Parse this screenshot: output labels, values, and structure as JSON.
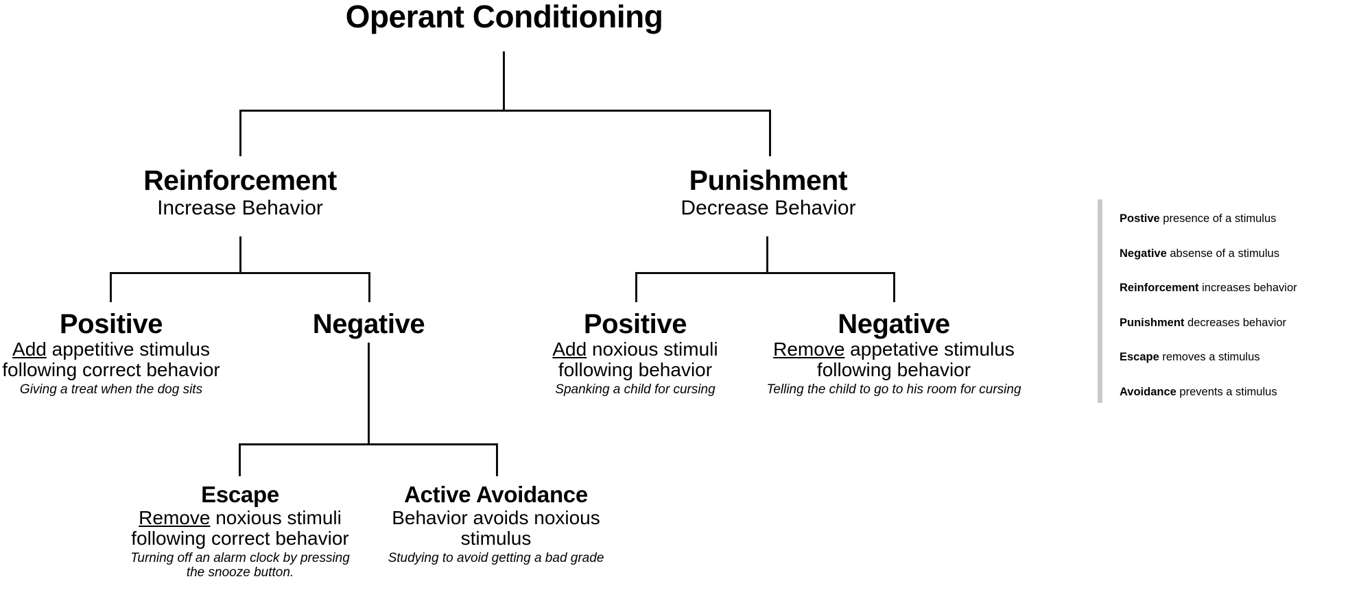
{
  "diagram": {
    "title": "Operant Conditioning",
    "branches": {
      "reinforcement": {
        "heading": "Reinforcement",
        "subtitle": "Increase Behavior",
        "children": {
          "positive": {
            "heading": "Positive",
            "desc_emphasis": "Add",
            "desc_rest_line1": " appetitive stimulus",
            "desc_line2": "following correct behavior",
            "example": "Giving a treat when the dog sits"
          },
          "negative": {
            "heading": "Negative",
            "children": {
              "escape": {
                "heading": "Escape",
                "desc_emphasis": "Remove",
                "desc_rest_line1": " noxious stimuli",
                "desc_line2": "following correct behavior",
                "example_line1": "Turning off an alarm clock by pressing",
                "example_line2": "the snooze button."
              },
              "active_avoidance": {
                "heading": "Active Avoidance",
                "desc_line1": "Behavior avoids noxious",
                "desc_line2": "stimulus",
                "example": "Studying to avoid getting a bad grade"
              }
            }
          }
        }
      },
      "punishment": {
        "heading": "Punishment",
        "subtitle": "Decrease Behavior",
        "children": {
          "positive": {
            "heading": "Positive",
            "desc_emphasis": "Add",
            "desc_rest_line1": " noxious stimuli",
            "desc_line2": "following behavior",
            "example": "Spanking a child for cursing"
          },
          "negative": {
            "heading": "Negative",
            "desc_emphasis": "Remove",
            "desc_rest_line1": " appetative stimulus",
            "desc_line2": "following behavior",
            "example": "Telling the child to go to his room for cursing"
          }
        }
      }
    }
  },
  "legend": {
    "rows": [
      {
        "term": "Postive",
        "definition": " presence of a stimulus"
      },
      {
        "term": "Negative",
        "definition": " absense of a stimulus"
      },
      {
        "term": "Reinforcement",
        "definition": " increases behavior"
      },
      {
        "term": "Punishment",
        "definition": " decreases behavior"
      },
      {
        "term": "Escape",
        "definition": " removes a stimulus"
      },
      {
        "term": "Avoidance",
        "definition": " prevents a stimulus"
      }
    ]
  },
  "colors": {
    "line": "#0d0d0d",
    "text": "#000000",
    "legend_rule": "#c9c9c9",
    "background": "#ffffff"
  }
}
